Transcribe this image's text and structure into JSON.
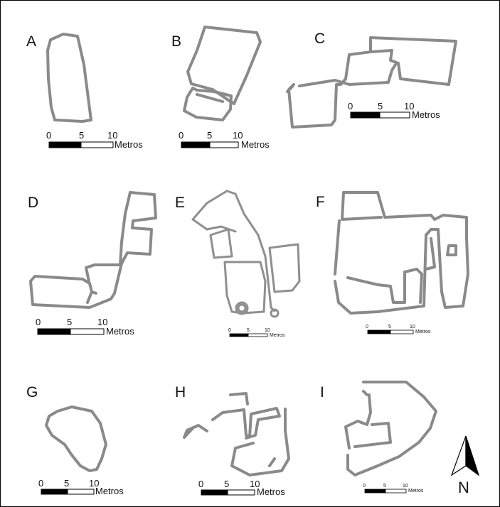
{
  "panels": [
    {
      "letter": "A",
      "scale": {
        "ticks": [
          "0",
          "5",
          "10"
        ],
        "unit": "Metros"
      }
    },
    {
      "letter": "B",
      "scale": {
        "ticks": [
          "0",
          "5",
          "10"
        ],
        "unit": "Metros"
      }
    },
    {
      "letter": "C",
      "scale": {
        "ticks": [
          "0",
          "5",
          "10"
        ],
        "unit": "Metros"
      }
    },
    {
      "letter": "D",
      "scale": {
        "ticks": [
          "0",
          "5",
          "10"
        ],
        "unit": "Metros"
      }
    },
    {
      "letter": "E",
      "scale": {
        "ticks": [
          "0",
          "5",
          "10"
        ],
        "unit": "Metros"
      }
    },
    {
      "letter": "F",
      "scale": {
        "ticks": [
          "0",
          "5",
          "10"
        ],
        "unit": "Metros"
      }
    },
    {
      "letter": "G",
      "scale": {
        "ticks": [
          "0",
          "5",
          "10"
        ],
        "unit": "Metros"
      }
    },
    {
      "letter": "H",
      "scale": {
        "ticks": [
          "0",
          "5",
          "10"
        ],
        "unit": "Metros"
      }
    },
    {
      "letter": "I",
      "scale": {
        "ticks": [
          "0",
          "5",
          "10"
        ],
        "unit": "Metros"
      }
    }
  ],
  "north_arrow": {
    "label": "N"
  },
  "colors": {
    "wall": "#8a8a8a",
    "border": "#000000",
    "bar_dark": "#000000",
    "bar_light": "#ffffff"
  }
}
